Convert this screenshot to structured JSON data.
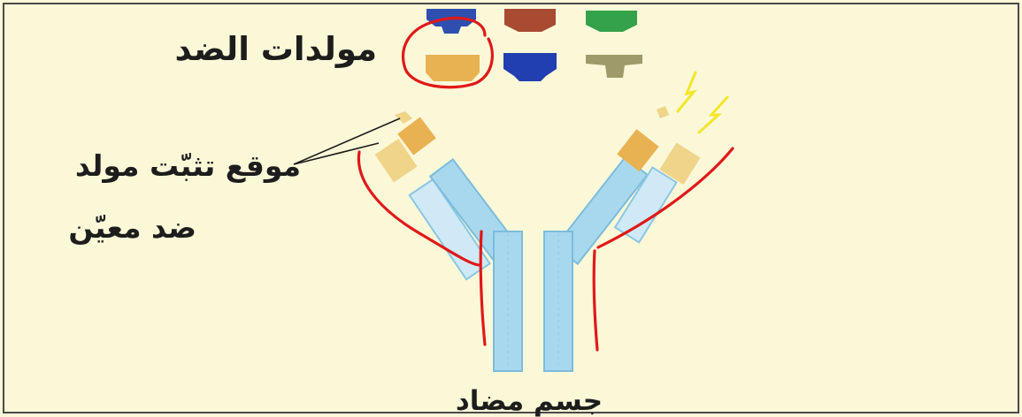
{
  "labels": {
    "antigens": "مولدات الضد",
    "binding_site_line1": "موقع تثبّت مولد",
    "binding_site_line2": "ضد معيّن",
    "antibody": "جسم مضاد"
  },
  "colors": {
    "background": "#fbf8d8",
    "frame": "#4a4a4a",
    "heavy_chain": "#a8d8ee",
    "light_chain": "#cfeaf6",
    "binding_site_orange": "#e8b253",
    "binding_site_pale": "#f0d489",
    "annotation_red": "#e01919",
    "annotation_yellow": "#f2e62a"
  },
  "antigens": [
    {
      "name": "blue-antigen",
      "color": "#2e4fb0"
    },
    {
      "name": "brown-antigen",
      "color": "#a94a33"
    },
    {
      "name": "green-antigen",
      "color": "#34a24a"
    },
    {
      "name": "orange-antigen",
      "color": "#e8b253"
    },
    {
      "name": "navy-antigen",
      "color": "#213fb0"
    },
    {
      "name": "khaki-antigen",
      "color": "#9e9a6a"
    }
  ]
}
